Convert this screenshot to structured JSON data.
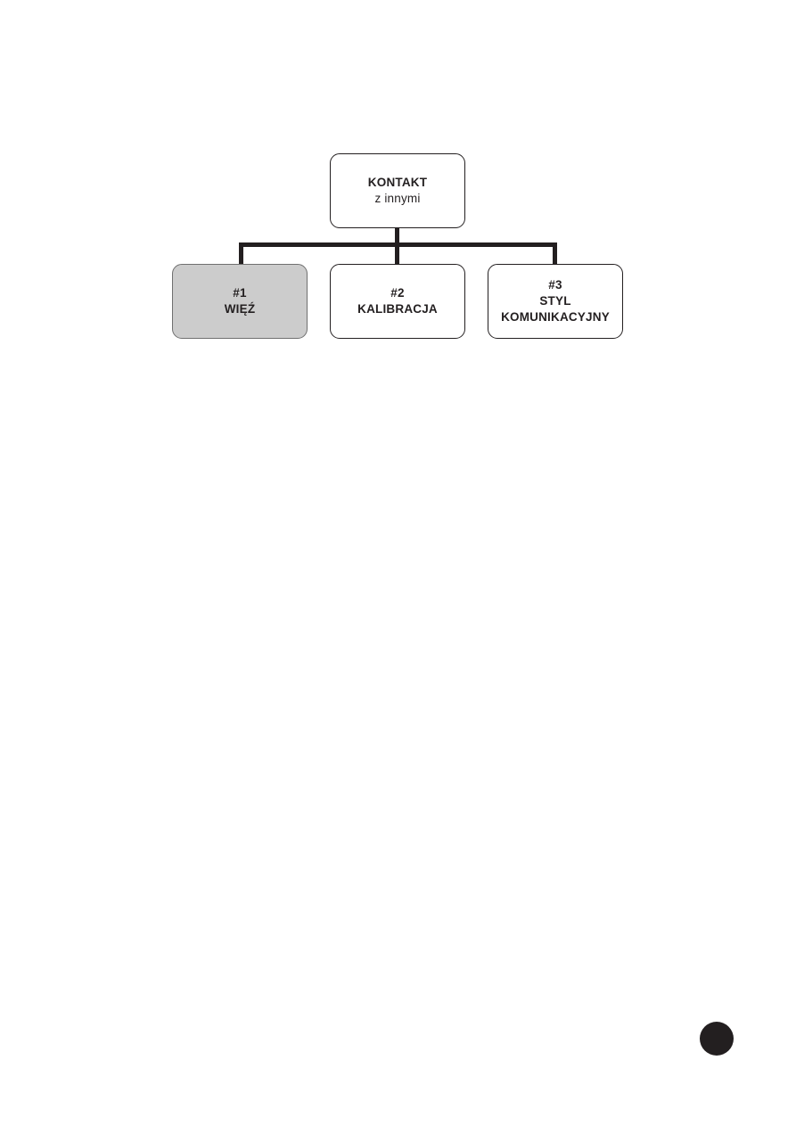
{
  "page": {
    "background_color": "#ffffff",
    "text_color": "#231f20",
    "language": "pl"
  },
  "diagram": {
    "type": "hierarchy-tree",
    "orientation": "top-down",
    "root": {
      "id": "kontakt-z-innymi",
      "title": "KONTAKT",
      "subtitle": "z innymi",
      "fill_color": "#ffffff",
      "border_color": "#231f20",
      "highlighted": false
    },
    "children": [
      {
        "id": "wiez",
        "number": "#1",
        "label": "WIĘŹ",
        "label_line_2": "",
        "fill_color": "#cccccc",
        "border_color": "#6f6f6f",
        "highlighted": true
      },
      {
        "id": "kalibracja",
        "number": "#2",
        "label": "KALIBRACJA",
        "label_line_2": "",
        "fill_color": "#ffffff",
        "border_color": "#231f20",
        "highlighted": false
      },
      {
        "id": "styl-komunikacyjny",
        "number": "#3",
        "label": "STYL",
        "label_line_2": "KOMUNIKACYJNY",
        "fill_color": "#ffffff",
        "border_color": "#231f20",
        "highlighted": false
      }
    ],
    "connector_color": "#231f20"
  },
  "page_marker": {
    "shape": "filled-circle",
    "color": "#231f20"
  }
}
